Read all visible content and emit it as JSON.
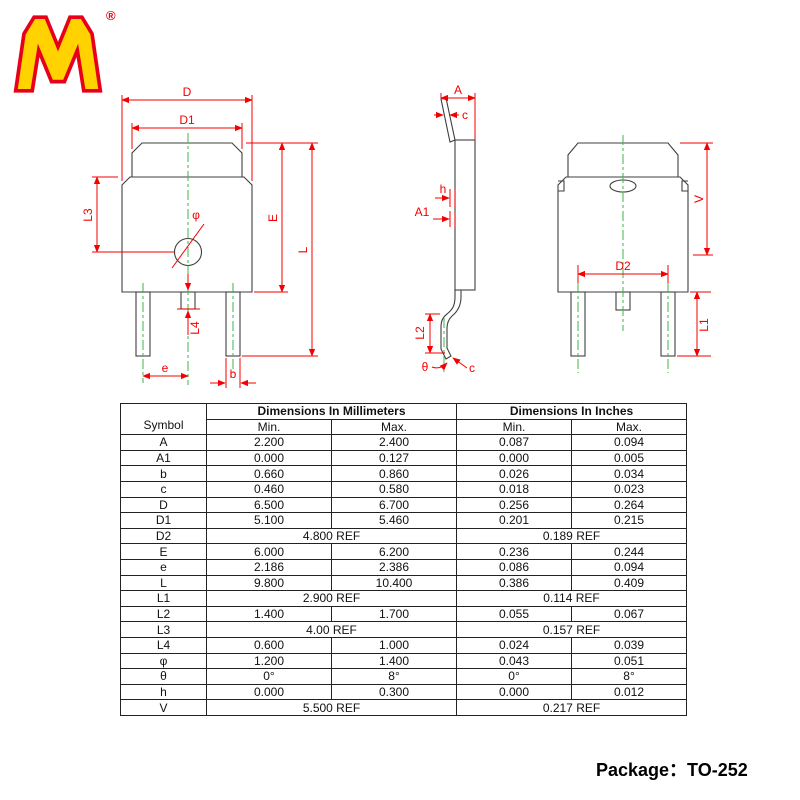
{
  "logo": {
    "registered": "®"
  },
  "colors": {
    "dimension_red": "#f40000",
    "centerline_green": "#3cb54a",
    "outline_gray": "#3f3f3f",
    "logo_red": "#e8001b",
    "logo_yellow": "#ffd200"
  },
  "drawings": {
    "front": {
      "dims": {
        "D": "D",
        "D1": "D1",
        "L3": "L3",
        "E": "E",
        "L": "L",
        "L4": "L4",
        "e": "e",
        "b": "b",
        "phi": "φ"
      }
    },
    "side": {
      "dims": {
        "A": "A",
        "c_top": "c",
        "h": "h",
        "A1": "A1",
        "L2": "L2",
        "theta": "θ",
        "c_bottom": "c"
      }
    },
    "back": {
      "dims": {
        "V": "V",
        "D2": "D2",
        "L1": "L1"
      }
    }
  },
  "table": {
    "header": {
      "symbol": "Symbol",
      "mm_group": "Dimensions In Millimeters",
      "inch_group": "Dimensions In Inches",
      "min": "Min.",
      "max": "Max."
    },
    "rows": [
      {
        "symbol": "A",
        "mm_min": "2.200",
        "mm_max": "2.400",
        "in_min": "0.087",
        "in_max": "0.094"
      },
      {
        "symbol": "A1",
        "mm_min": "0.000",
        "mm_max": "0.127",
        "in_min": "0.000",
        "in_max": "0.005"
      },
      {
        "symbol": "b",
        "mm_min": "0.660",
        "mm_max": "0.860",
        "in_min": "0.026",
        "in_max": "0.034"
      },
      {
        "symbol": "c",
        "mm_min": "0.460",
        "mm_max": "0.580",
        "in_min": "0.018",
        "in_max": "0.023"
      },
      {
        "symbol": "D",
        "mm_min": "6.500",
        "mm_max": "6.700",
        "in_min": "0.256",
        "in_max": "0.264"
      },
      {
        "symbol": "D1",
        "mm_min": "5.100",
        "mm_max": "5.460",
        "in_min": "0.201",
        "in_max": "0.215"
      },
      {
        "symbol": "D2",
        "ref": true,
        "mm_ref": "4.800 REF",
        "in_ref": "0.189 REF"
      },
      {
        "symbol": "E",
        "mm_min": "6.000",
        "mm_max": "6.200",
        "in_min": "0.236",
        "in_max": "0.244"
      },
      {
        "symbol": "e",
        "mm_min": "2.186",
        "mm_max": "2.386",
        "in_min": "0.086",
        "in_max": "0.094"
      },
      {
        "symbol": "L",
        "mm_min": "9.800",
        "mm_max": "10.400",
        "in_min": "0.386",
        "in_max": "0.409"
      },
      {
        "symbol": "L1",
        "ref": true,
        "mm_ref": "2.900 REF",
        "in_ref": "0.114 REF"
      },
      {
        "symbol": "L2",
        "mm_min": "1.400",
        "mm_max": "1.700",
        "in_min": "0.055",
        "in_max": "0.067"
      },
      {
        "symbol": "L3",
        "ref": true,
        "mm_ref": "4.00 REF",
        "in_ref": "0.157 REF"
      },
      {
        "symbol": "L4",
        "mm_min": "0.600",
        "mm_max": "1.000",
        "in_min": "0.024",
        "in_max": "0.039"
      },
      {
        "symbol": "φ",
        "mm_min": "1.200",
        "mm_max": "1.400",
        "in_min": "0.043",
        "in_max": "0.051"
      },
      {
        "symbol": "θ",
        "mm_min": "0°",
        "mm_max": "8°",
        "in_min": "0°",
        "in_max": "8°"
      },
      {
        "symbol": "h",
        "mm_min": "0.000",
        "mm_max": "0.300",
        "in_min": "0.000",
        "in_max": "0.012"
      },
      {
        "symbol": "V",
        "ref": true,
        "mm_ref": "5.500 REF",
        "in_ref": "0.217 REF"
      }
    ]
  },
  "footer": {
    "package_label": "Package：TO-252"
  }
}
